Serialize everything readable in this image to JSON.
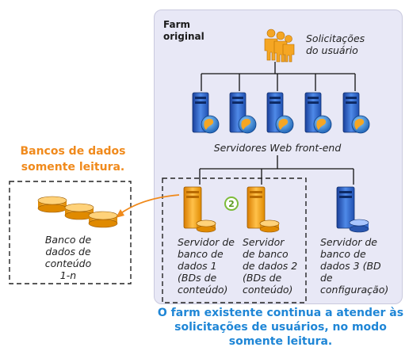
{
  "farm": {
    "title": "Farm\noriginal"
  },
  "users": {
    "label": "Solicitações\ndo usuário",
    "icon": "users-icon"
  },
  "web_servers": {
    "label": "Servidores Web front-end",
    "count": 5,
    "icon": "web-server-globe-icon"
  },
  "db_servers": [
    {
      "label": "Servidor de\nbanco de\ndados 1\n(BDs de\nconteúdo)",
      "color": "#f5a623"
    },
    {
      "label": "Servidor\nde banco\nde dados 2\n(BDs de\nconteúdo)",
      "color": "#f5a623"
    },
    {
      "label": "Servidor de\nbanco de\ndados 3 (BD\nde\nconfiguração)",
      "color": "#2f6fd6"
    }
  ],
  "step_badge": "2",
  "readonly_db": {
    "title": "Bancos de dados\nsomente leitura.",
    "label": "Banco de\ndados de\nconteúdo\n1-n"
  },
  "note": "O farm existente continua a atender às\nsolicitações de usuários, no modo\nsomente leitura.",
  "colors": {
    "orange": "#f08a1c",
    "blue": "#1f86d6",
    "panel": "#e8e8f6"
  }
}
